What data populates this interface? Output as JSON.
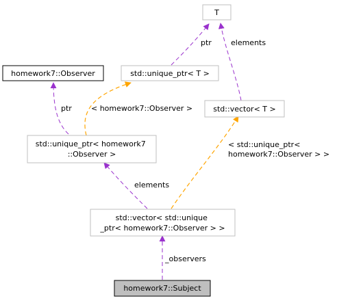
{
  "colors": {
    "purple": "#9a32cd",
    "orange": "#ffa500",
    "box_border": "#bfbfbf",
    "box_border_strong": "#000000",
    "focus_fill": "#bfbfbf"
  },
  "nodes": {
    "t": {
      "lines": [
        "T"
      ]
    },
    "unique_ptr_t": {
      "lines": [
        "std::unique_ptr< T >"
      ]
    },
    "observer": {
      "lines": [
        "homework7::Observer"
      ]
    },
    "vector_t": {
      "lines": [
        "std::vector< T >"
      ]
    },
    "unique_ptr_observer": {
      "lines": [
        "std::unique_ptr< homework7",
        "::Observer >"
      ]
    },
    "vector_unique_ptr_observer": {
      "lines": [
        "std::vector< std::unique",
        "_ptr< homework7::Observer > >"
      ]
    },
    "subject": {
      "lines": [
        "homework7::Subject"
      ]
    }
  },
  "edges": {
    "ptr_to_t": {
      "label": [
        "ptr"
      ]
    },
    "elements_to_t": {
      "label": [
        "elements"
      ]
    },
    "ptr_to_observer": {
      "label": [
        "ptr"
      ]
    },
    "template_arg_observer": {
      "label": [
        "< homework7::Observer >"
      ]
    },
    "template_arg_unique_ptr": {
      "label": [
        "< std::unique_ptr<",
        "homework7::Observer > >"
      ]
    },
    "elements_to_unique_ptr": {
      "label": [
        "elements"
      ]
    },
    "observers_to_vector": {
      "label": [
        "_observers"
      ]
    }
  }
}
